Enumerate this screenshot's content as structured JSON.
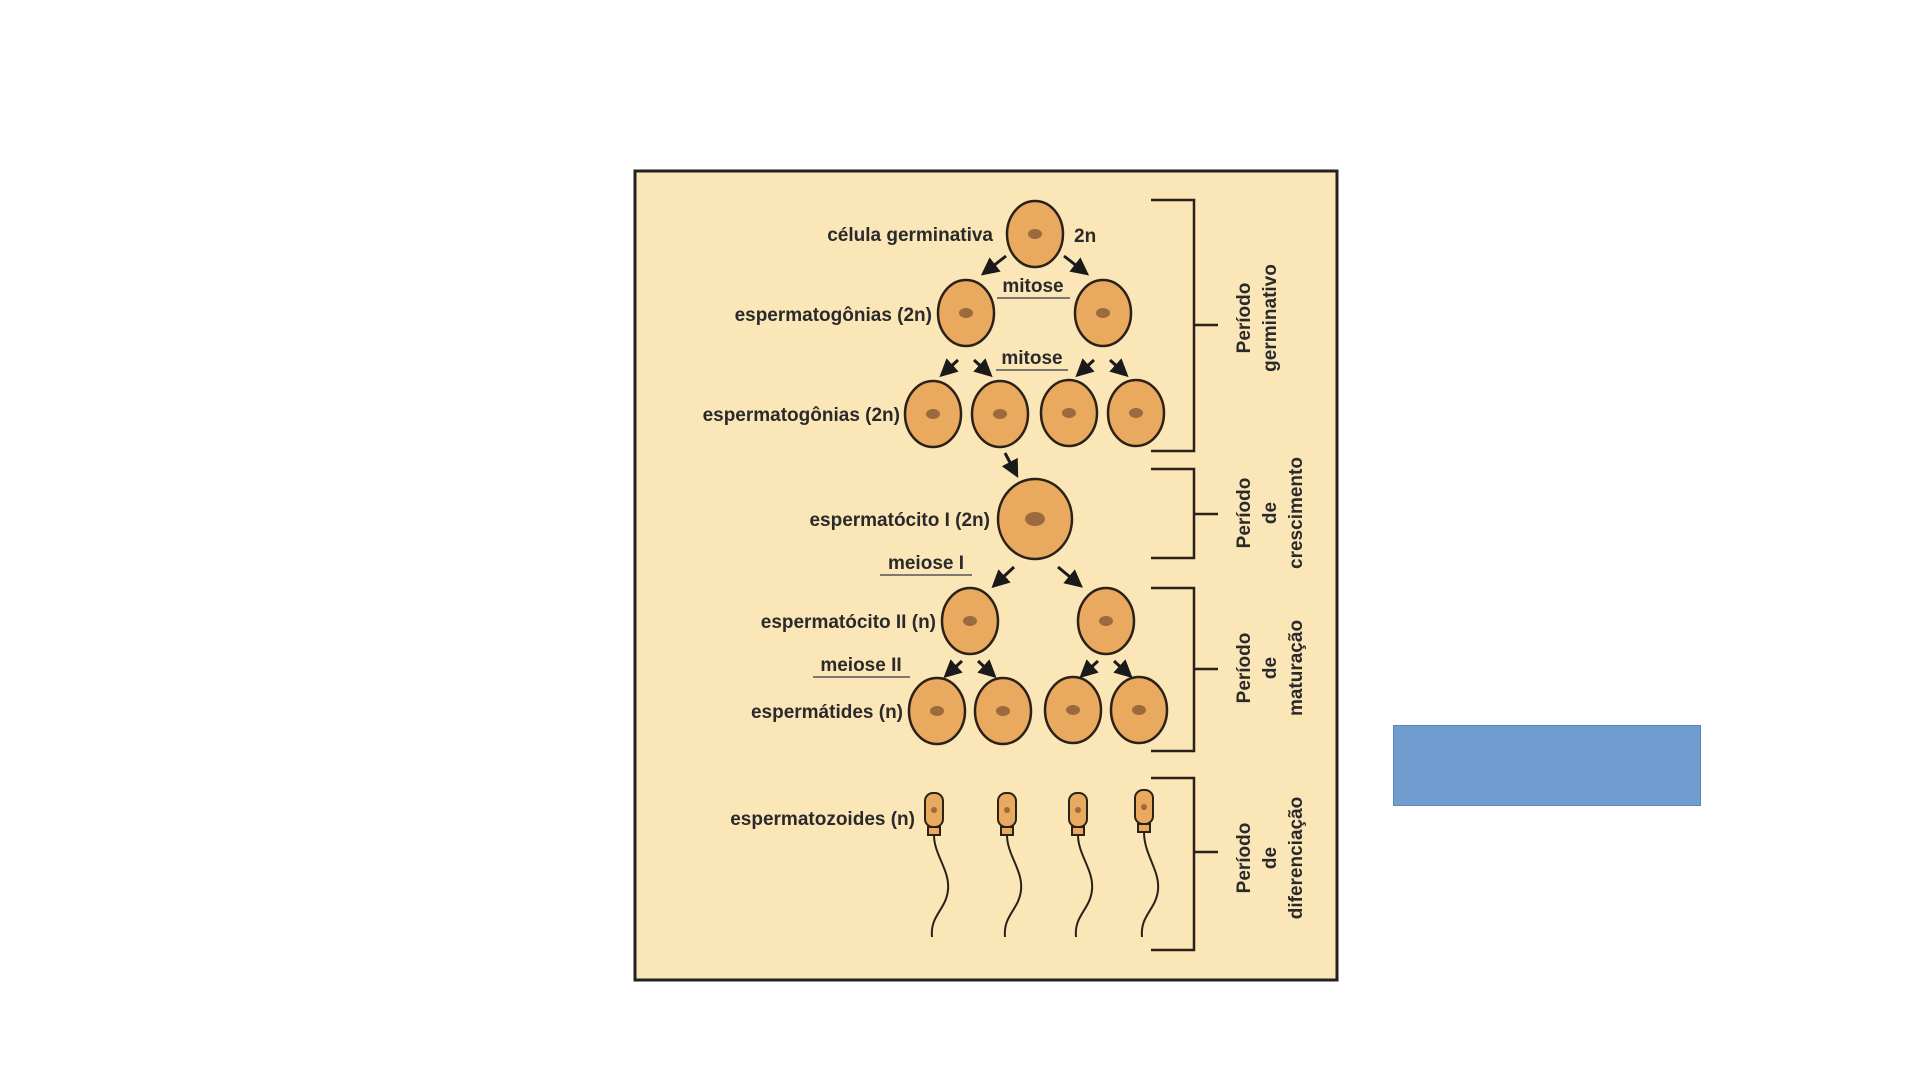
{
  "diagram": {
    "labels": {
      "germ_cell": "célula germinativa",
      "germ_ploidy": "2n",
      "mitosis_1": "mitose",
      "spermatogonia_1": "espermatogônias (2n)",
      "mitosis_2": "mitose",
      "spermatogonia_2": "espermatogônias (2n)",
      "spermatocyte_1": "espermatócito I (2n)",
      "meiosis_1": "meiose I",
      "spermatocyte_2": "espermatócito II (n)",
      "meiosis_2": "meiose II",
      "spermatids": "espermátides (n)",
      "spermatozoa": "espermatozoides (n)"
    },
    "periods": [
      {
        "line1": "Período",
        "line2": "germinativo"
      },
      {
        "line1": "Período",
        "line2": "de",
        "line3": "crescimento"
      },
      {
        "line1": "Período",
        "line2": "de",
        "line3": "maturação"
      },
      {
        "line1": "Período",
        "line2": "de",
        "line3": "diferenciação"
      }
    ]
  },
  "colors": {
    "background": "#fbe6b8",
    "cell": "#e9a95f",
    "nucleus": "#9b6a3e",
    "blue_box": "#6f9dcf"
  }
}
